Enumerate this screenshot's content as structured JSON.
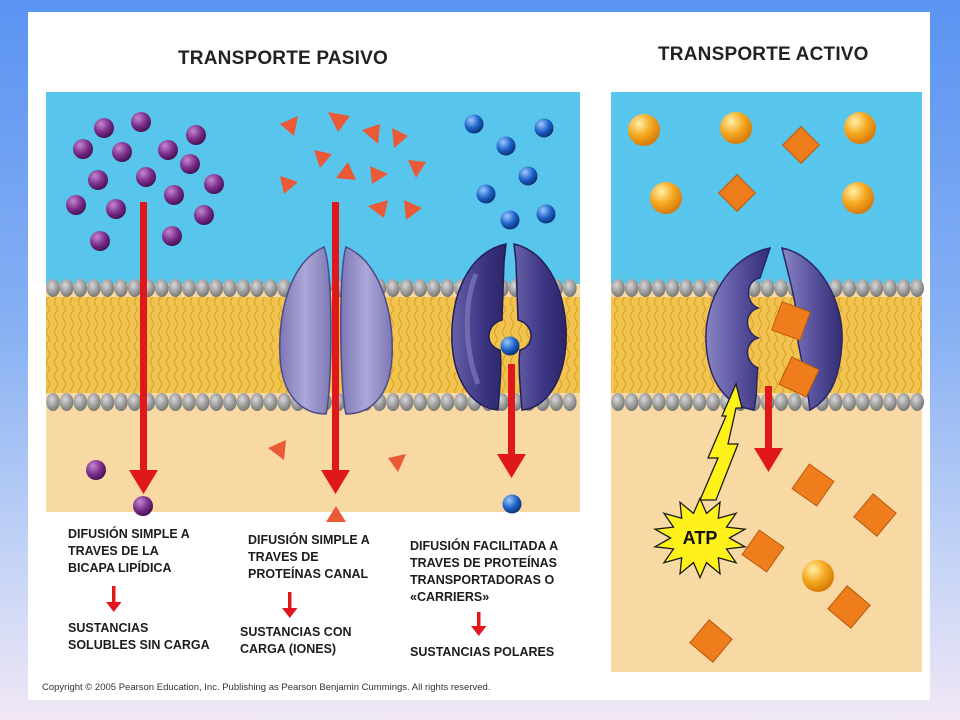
{
  "passive": {
    "title": "TRANSPORTE PASIVO",
    "columns": [
      {
        "description": "DIFUSIÓN SIMPLE A\nTRAVES DE LA\nBICAPA LIPÍDICA",
        "substance": "SUSTANCIAS\nSOLUBLES SIN CARGA"
      },
      {
        "description": "DIFUSIÓN SIMPLE A\nTRAVES DE\nPROTEÍNAS CANAL",
        "substance": "SUSTANCIAS CON\nCARGA (IONES)"
      },
      {
        "description": "DIFUSIÓN FACILITADA A\nTRAVES DE PROTEÍNAS\nTRANSPORTADORAS O\n«CARRIERS»",
        "substance": "SUSTANCIAS POLARES"
      }
    ]
  },
  "active": {
    "title": "TRANSPORTE ACTIVO",
    "energy_label": "ATP"
  },
  "copyright": "Copyright © 2005 Pearson Education, Inc. Publishing as Pearson Benjamin Cummings. All rights reserved.",
  "colors": {
    "extracellular": "#58c6ec",
    "cytoplasm": "#f8d9a3",
    "lipid_tails": "#f2c44f",
    "phospholipid_heads": "#9a9a9a",
    "arrow": "#e0181c",
    "uncharged_molecule": "#7b2d8b",
    "ion": "#ea5a36",
    "polar_molecule": "#1d62c8",
    "channel_protein": "#9a95c9",
    "carrier_protein": "#4b4596",
    "pump_substrate": "#f07d1c",
    "pump_ball": "#f5a821",
    "atp_burst": "#fff21a"
  }
}
